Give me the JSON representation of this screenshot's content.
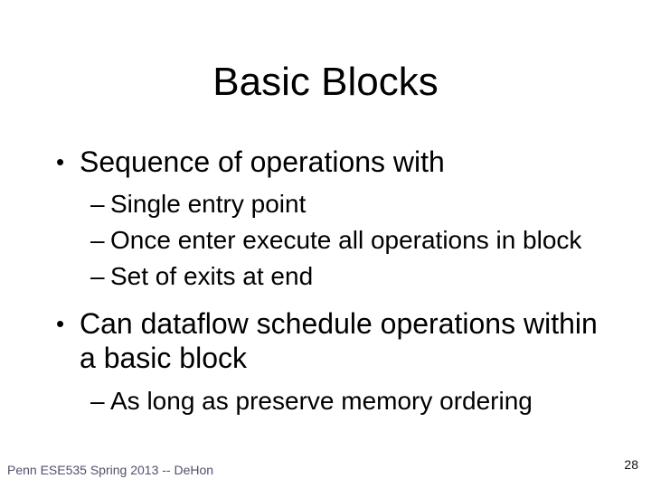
{
  "slide": {
    "title": "Basic Blocks",
    "bullet1": {
      "marker": "•",
      "text": "Sequence of operations with",
      "subs": [
        {
          "marker": "–",
          "text": "Single entry point"
        },
        {
          "marker": "–",
          "text": "Once enter execute all operations in block"
        },
        {
          "marker": "–",
          "text": "Set of exits at end"
        }
      ]
    },
    "bullet2": {
      "marker": "•",
      "text": "Can dataflow schedule operations within a basic block",
      "subs": [
        {
          "marker": "–",
          "text": "As long as preserve memory ordering"
        }
      ]
    }
  },
  "footer": {
    "credit": "Penn ESE535 Spring 2013 -- DeHon",
    "page_number": "28"
  },
  "colors": {
    "background": "#ffffff",
    "body_text": "#000000",
    "footer_text": "#50506e"
  }
}
